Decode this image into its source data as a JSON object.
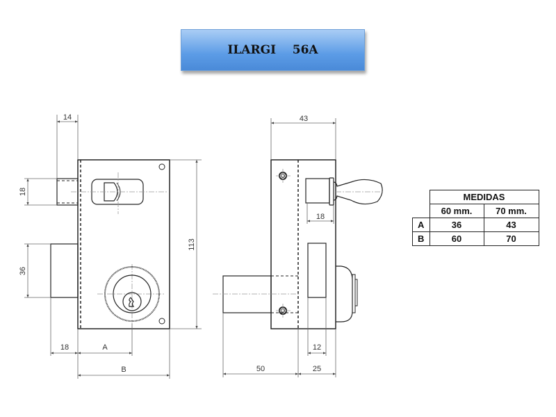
{
  "title": "ILARGI    56A",
  "front_view": {
    "dims": {
      "top": "14",
      "latch": "18",
      "deadbolt": "36",
      "height": "113",
      "bottom_left": "18",
      "a": "A",
      "b": "B"
    }
  },
  "side_view": {
    "dims": {
      "top": "43",
      "cylinder": "18",
      "slot": "12",
      "bolt": "50",
      "depth": "25"
    }
  },
  "table": {
    "header": "MEDIDAS",
    "columns": [
      "60 mm.",
      "70 mm."
    ],
    "rows": [
      {
        "label": "A",
        "values": [
          "36",
          "43"
        ]
      },
      {
        "label": "B",
        "values": [
          "60",
          "70"
        ]
      }
    ]
  }
}
